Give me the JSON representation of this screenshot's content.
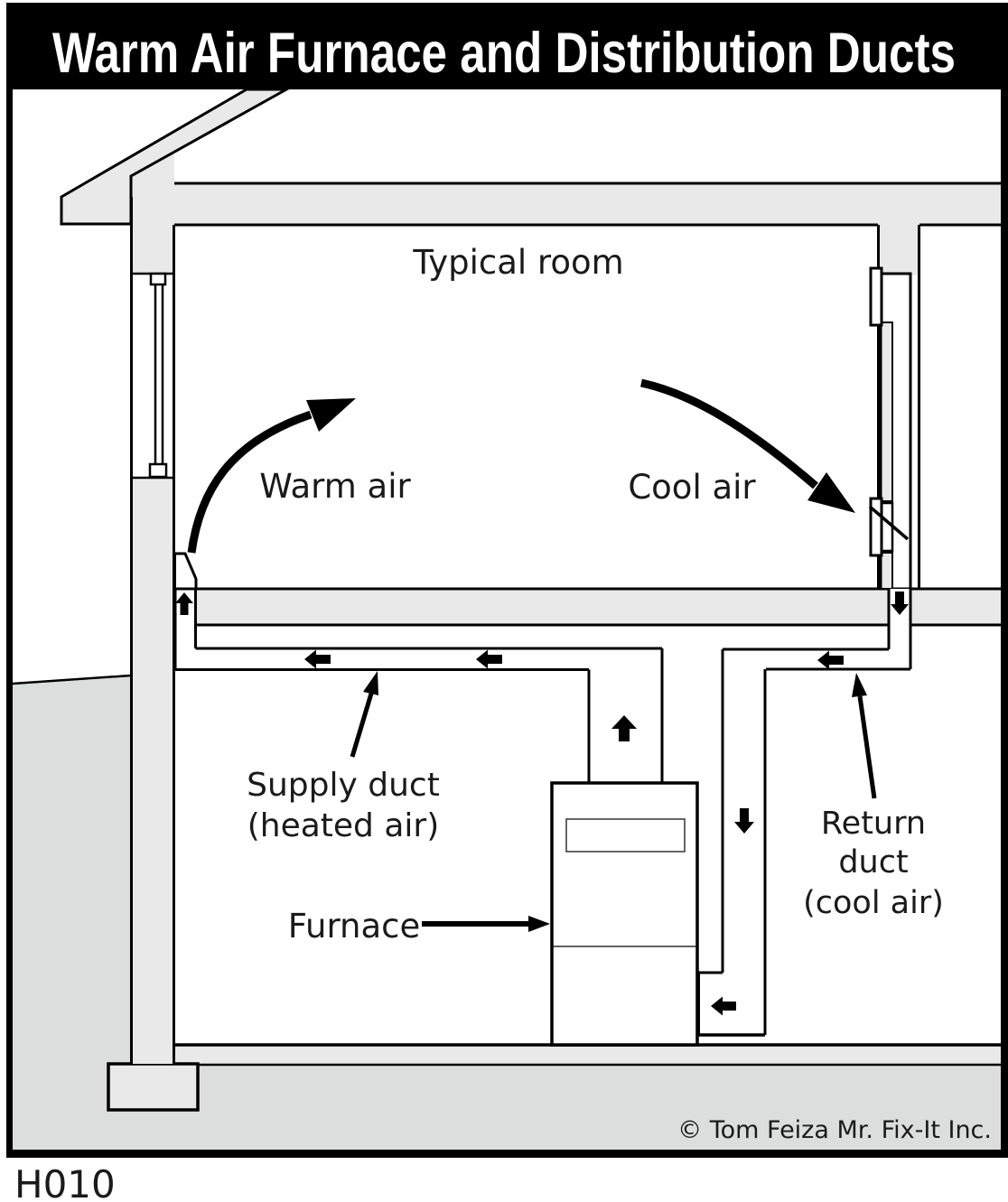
{
  "title": "Warm Air Furnace and Distribution Ducts",
  "diagram_id": "H010",
  "credit": "© Tom Feiza Mr. Fix-It Inc.",
  "labels": {
    "room": "Typical room",
    "warm_air": "Warm air",
    "cool_air": "Cool air",
    "supply_line1": "Supply duct",
    "supply_line2": "(heated air)",
    "return_line1": "Return",
    "return_line2": "duct",
    "return_line3": "(cool air)",
    "furnace": "Furnace"
  },
  "colors": {
    "structure_gray": "#e9e9e9",
    "earth_gray": "#dcdddd",
    "line_black": "#000000",
    "title_bg": "#000000",
    "title_text": "#ffffff"
  }
}
